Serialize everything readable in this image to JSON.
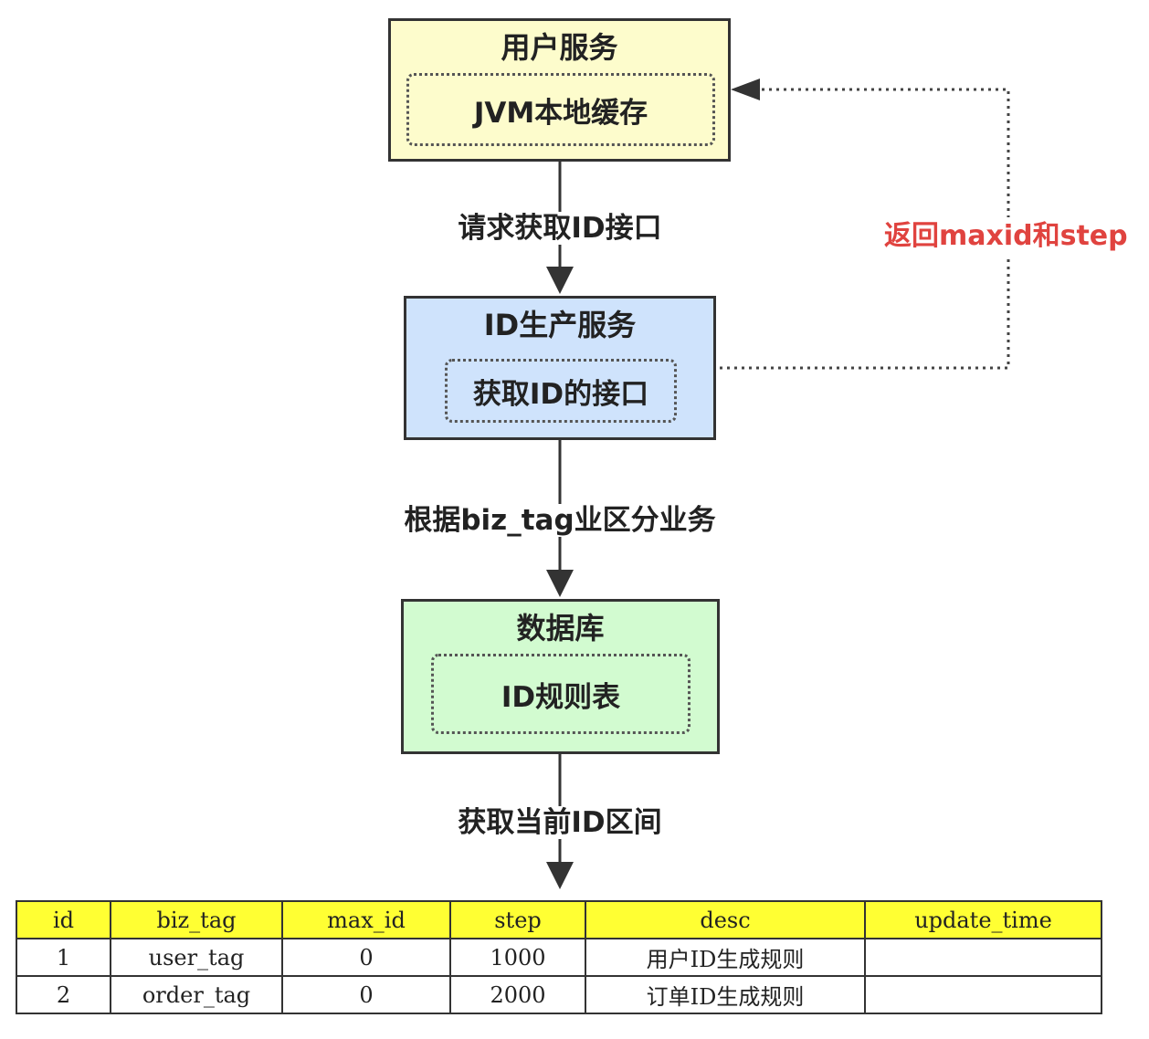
{
  "nodes": {
    "user_service": {
      "title": "用户服务",
      "inner": "JVM本地缓存",
      "fill": "#fdfccc"
    },
    "id_service": {
      "title": "ID生产服务",
      "inner": "获取ID的接口",
      "fill": "#cfe3fc"
    },
    "database": {
      "title": "数据库",
      "inner": "ID规则表",
      "fill": "#d2fbd0"
    }
  },
  "edges": {
    "request_id": "请求获取ID接口",
    "by_biz_tag": "根据biz_tag业区分业务",
    "get_range": "获取当前ID区间",
    "return_maxid": "返回maxid和step"
  },
  "colors": {
    "return_label": "#e0433f",
    "table_header": "#ffff33",
    "line": "#333333"
  },
  "table": {
    "headers": [
      "id",
      "biz_tag",
      "max_id",
      "step",
      "desc",
      "update_time"
    ],
    "rows": [
      [
        "1",
        "user_tag",
        "0",
        "1000",
        "用户ID生成规则",
        ""
      ],
      [
        "2",
        "order_tag",
        "0",
        "2000",
        "订单ID生成规则",
        ""
      ]
    ]
  }
}
